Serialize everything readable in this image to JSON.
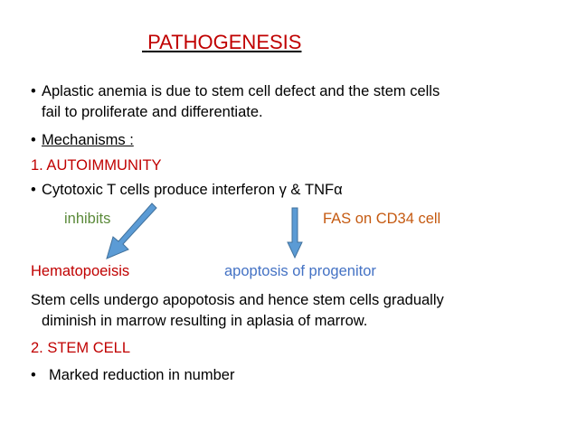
{
  "title": "PATHOGENESIS",
  "bullets": {
    "b1_line1": "Aplastic anemia is due to stem cell defect and the stem cells",
    "b1_line2": "fail to proliferate and differentiate.",
    "b2": "Mechanisms :",
    "autoimmunity": "1.   AUTOIMMUNITY",
    "b3": "Cytotoxic T cells produce interferon γ & TNFα",
    "inhibits": "inhibits",
    "fas": "FAS on CD34 cell",
    "hematopoeisis": "Hematopoeisis",
    "apoptosis": "apoptosis of progenitor",
    "stem_line1": "Stem cells undergo apopotosis and hence stem cells gradually",
    "stem_line2": "diminish in marrow resulting in aplasia of marrow.",
    "stem_cell": "2. STEM CELL",
    "b4": "Marked reduction in number"
  },
  "bullet_char": "•",
  "colors": {
    "title": "#c00000",
    "heading_red": "#c00000",
    "inhibits_green": "#5b8a3a",
    "fas_orange": "#c55a11",
    "apoptosis_blue": "#4472c4",
    "arrow_fill": "#5b9bd5",
    "arrow_stroke": "#41719c"
  }
}
